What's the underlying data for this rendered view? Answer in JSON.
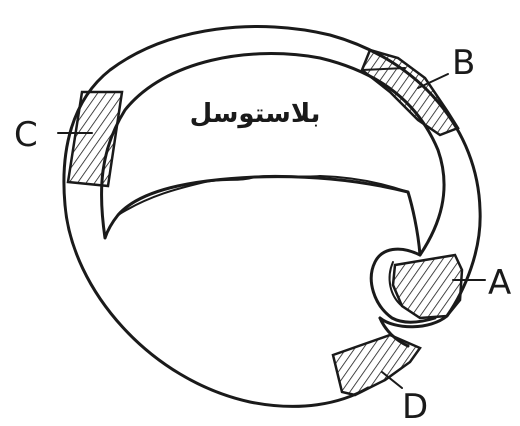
{
  "diagram": {
    "center_label": "بلاستوسل",
    "labels": {
      "a": "A",
      "b": "B",
      "c": "C",
      "d": "D"
    },
    "ink_color": "#1a1a1a",
    "background": "#ffffff"
  }
}
